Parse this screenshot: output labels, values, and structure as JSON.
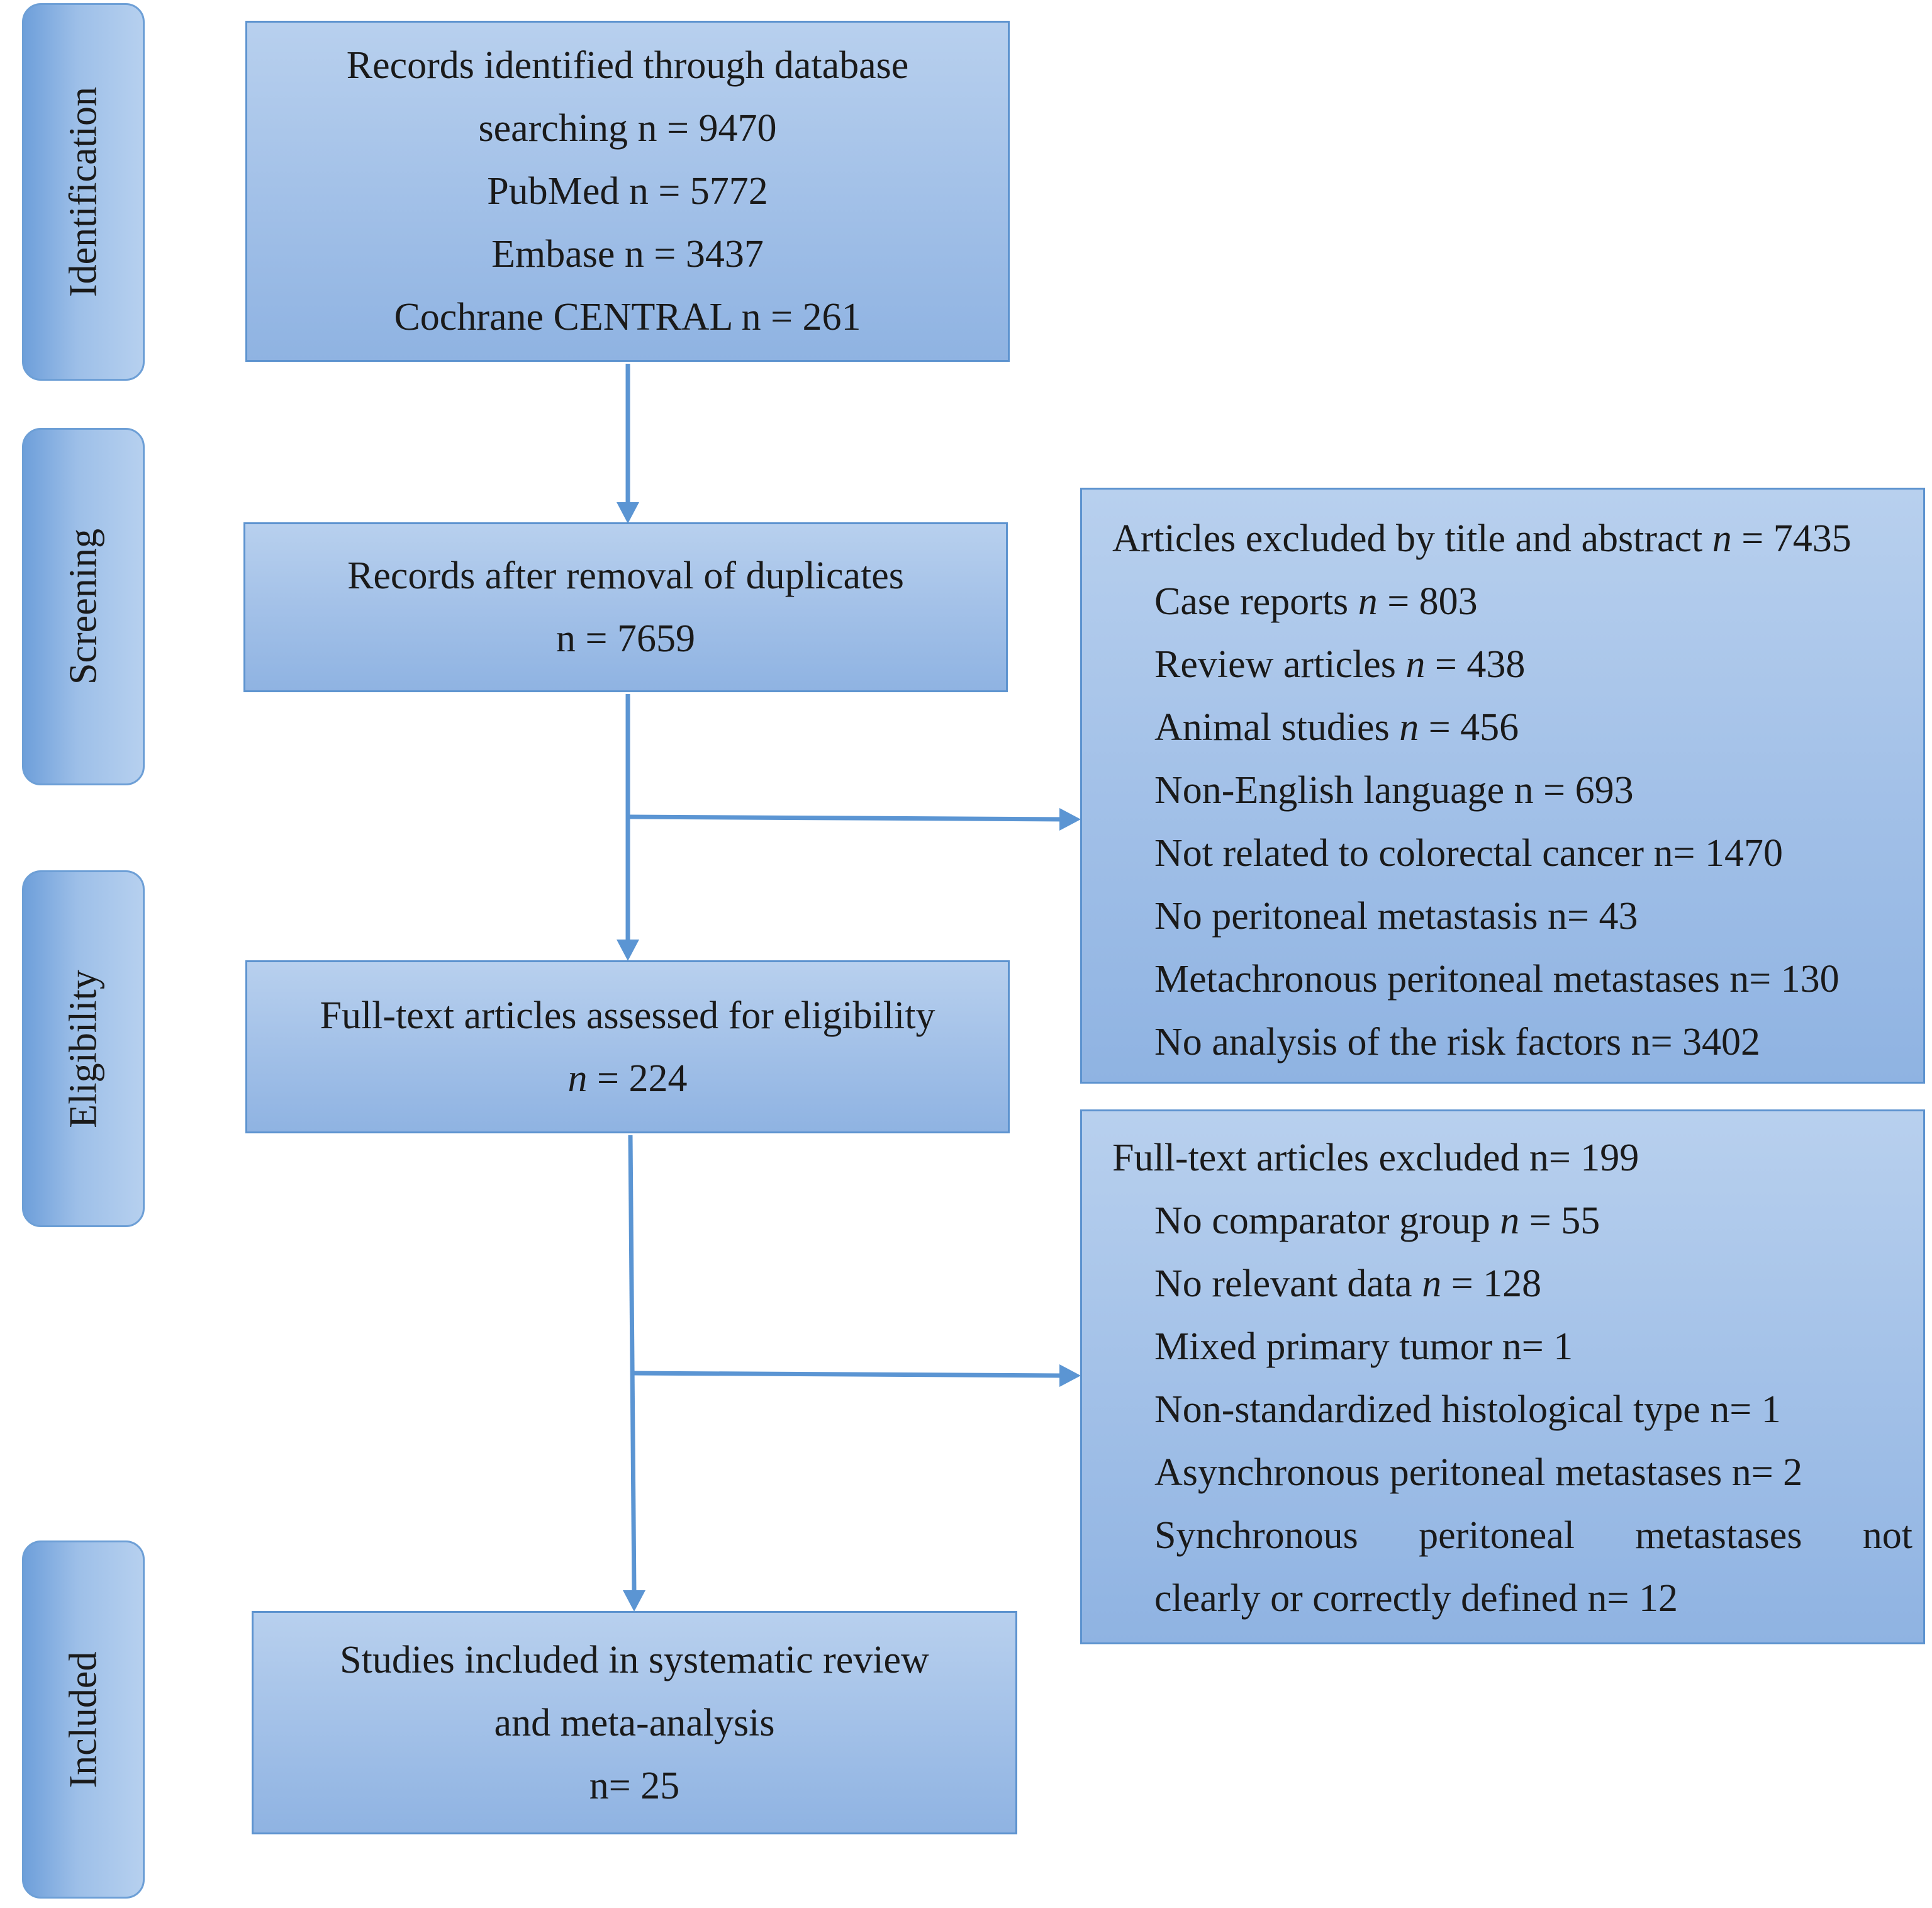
{
  "stages": {
    "identification": "Identification",
    "screening": "Screening",
    "eligibility": "Eligibility",
    "included": "Included"
  },
  "identified": {
    "line1": "Records identified through database",
    "line2": "searching n = 9470",
    "line3": "PubMed n = 5772",
    "line4": "Embase n = 3437",
    "line5": "Cochrane CENTRAL n = 261"
  },
  "screened": {
    "line1": "Records after removal of duplicates",
    "line2": "n = 7659"
  },
  "excluded_abstract": {
    "title_text": "Articles excluded by title and abstract ",
    "title_n": "n",
    "title_value": " = 7435",
    "items": [
      {
        "label": "Case reports ",
        "n": "n",
        "value": " = 803"
      },
      {
        "label": "Review articles ",
        "n": "n",
        "value": " = 438"
      },
      {
        "label": "Animal studies ",
        "n": "n",
        "value": " = 456"
      },
      {
        "label": "Non-English language n = 693",
        "n": "",
        "value": ""
      },
      {
        "label": "Not related to colorectal cancer n= 1470",
        "n": "",
        "value": ""
      },
      {
        "label": "No peritoneal metastasis n= 43",
        "n": "",
        "value": ""
      },
      {
        "label": "Metachronous peritoneal metastases n= 130",
        "n": "",
        "value": ""
      },
      {
        "label": "No analysis of the risk factors n= 3402",
        "n": "",
        "value": ""
      }
    ]
  },
  "fulltext": {
    "line1": "Full-text articles assessed for eligibility",
    "n": "n",
    "value": " = 224"
  },
  "excluded_fulltext": {
    "title": "Full-text articles excluded n= 199",
    "items": [
      {
        "label": "No comparator group ",
        "n": "n",
        "value": " = 55"
      },
      {
        "label": "No relevant data ",
        "n": "n",
        "value": " = 128"
      },
      {
        "label": "Mixed primary tumor n= 1",
        "n": "",
        "value": ""
      },
      {
        "label": "Non-standardized histological type n= 1",
        "n": "",
        "value": ""
      },
      {
        "label": "Asynchronous peritoneal metastases n= 2",
        "n": "",
        "value": ""
      }
    ],
    "last_line1": "Synchronous peritoneal metastases not",
    "last_line2": "clearly or correctly defined n= 12"
  },
  "included": {
    "line1": "Studies included in systematic review",
    "line2": "and meta-analysis",
    "line3": "n= 25"
  },
  "colors": {
    "box_border": "#5d93cf",
    "arrow": "#5b95d3",
    "fill_top": "#b8d0ee",
    "fill_bottom": "#8fb3e2"
  }
}
